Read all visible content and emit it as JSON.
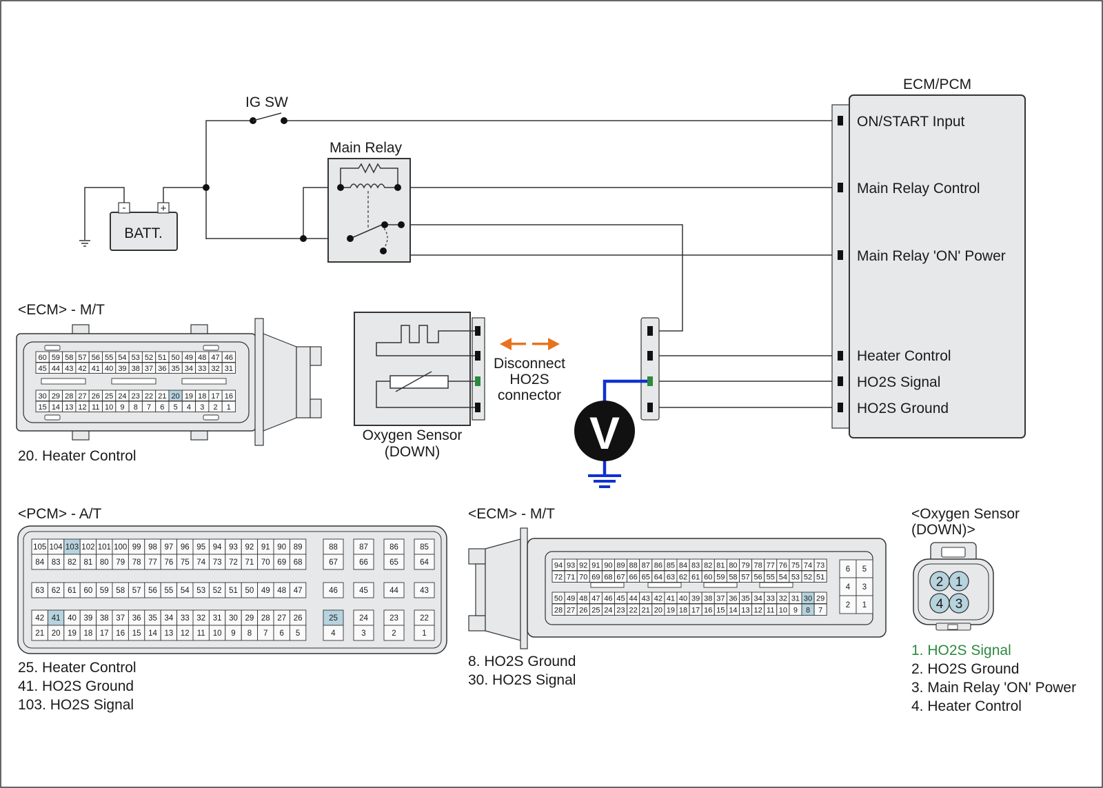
{
  "colors": {
    "accent_green": "#2b8a3e",
    "highlight_pin": "#b6d3de",
    "probe_blue": "#1030d0",
    "arrow_orange": "#e8731e",
    "panel_fill": "#e6e8e9"
  },
  "circuit": {
    "ig_sw": "IG SW",
    "main_relay": "Main Relay",
    "batt": "BATT.",
    "batt_minus": "-",
    "batt_plus": "+",
    "ecm_pcm": "ECM/PCM",
    "ecm_pins": {
      "on_start": "ON/START Input",
      "relay_control": "Main Relay Control",
      "relay_power": "Main Relay 'ON' Power",
      "heater_control": "Heater Control",
      "ho2s_signal": "HO2S Signal",
      "ho2s_ground": "HO2S Ground"
    },
    "oxygen_sensor_line1": "Oxygen Sensor",
    "oxygen_sensor_line2": "(DOWN)",
    "disconnect_line1": "Disconnect",
    "disconnect_line2": "HO2S",
    "disconnect_line3": "connector",
    "voltmeter": "V"
  },
  "ecm_mt_top": {
    "title": "<ECM> - M/T",
    "rows": [
      [
        "60",
        "59",
        "58",
        "57",
        "56",
        "55",
        "54",
        "53",
        "52",
        "51",
        "50",
        "49",
        "48",
        "47",
        "46"
      ],
      [
        "45",
        "44",
        "43",
        "42",
        "41",
        "40",
        "39",
        "38",
        "37",
        "36",
        "35",
        "34",
        "33",
        "32",
        "31"
      ],
      [
        "30",
        "29",
        "28",
        "27",
        "26",
        "25",
        "24",
        "23",
        "22",
        "21",
        "20",
        "19",
        "18",
        "17",
        "16"
      ],
      [
        "15",
        "14",
        "13",
        "12",
        "11",
        "10",
        "9",
        "8",
        "7",
        "6",
        "5",
        "4",
        "3",
        "2",
        "1"
      ]
    ],
    "highlight": [
      "20"
    ],
    "note": "20. Heater Control"
  },
  "pcm_at": {
    "title": "<PCM> - A/T",
    "main_rows": [
      [
        "105",
        "104",
        "103",
        "102",
        "101",
        "100",
        "99",
        "98",
        "97",
        "96",
        "95",
        "94",
        "93",
        "92",
        "91",
        "90",
        "89"
      ],
      [
        "84",
        "83",
        "82",
        "81",
        "80",
        "79",
        "78",
        "77",
        "76",
        "75",
        "74",
        "73",
        "72",
        "71",
        "70",
        "69",
        "68"
      ],
      [
        "63",
        "62",
        "61",
        "60",
        "59",
        "58",
        "57",
        "56",
        "55",
        "54",
        "53",
        "52",
        "51",
        "50",
        "49",
        "48",
        "47"
      ],
      [
        "42",
        "41",
        "40",
        "39",
        "38",
        "37",
        "36",
        "35",
        "34",
        "33",
        "32",
        "31",
        "30",
        "29",
        "28",
        "27",
        "26"
      ],
      [
        "21",
        "20",
        "19",
        "18",
        "17",
        "16",
        "15",
        "14",
        "13",
        "12",
        "11",
        "10",
        "9",
        "8",
        "7",
        "6",
        "5"
      ]
    ],
    "side_columns": [
      [
        "88",
        "67",
        "46",
        "25",
        "4"
      ],
      [
        "87",
        "66",
        "45",
        "24",
        "3"
      ],
      [
        "86",
        "65",
        "44",
        "23",
        "2"
      ],
      [
        "85",
        "64",
        "43",
        "22",
        "1"
      ]
    ],
    "highlight": [
      "103",
      "41",
      "25"
    ],
    "notes": [
      "25. Heater Control",
      "41. HO2S Ground",
      "103. HO2S Signal"
    ]
  },
  "ecm_mt_bottom": {
    "title": "<ECM> - M/T",
    "rows": [
      [
        "94",
        "93",
        "92",
        "91",
        "90",
        "89",
        "88",
        "87",
        "86",
        "85",
        "84",
        "83",
        "82",
        "81",
        "80",
        "79",
        "78",
        "77",
        "76",
        "75",
        "74",
        "73"
      ],
      [
        "72",
        "71",
        "70",
        "69",
        "68",
        "67",
        "66",
        "65",
        "64",
        "63",
        "62",
        "61",
        "60",
        "59",
        "58",
        "57",
        "56",
        "55",
        "54",
        "53",
        "52",
        "51"
      ],
      [
        "50",
        "49",
        "48",
        "47",
        "46",
        "45",
        "44",
        "43",
        "42",
        "41",
        "40",
        "39",
        "38",
        "37",
        "36",
        "35",
        "34",
        "33",
        "32",
        "31",
        "30",
        "29"
      ],
      [
        "28",
        "27",
        "26",
        "25",
        "24",
        "23",
        "22",
        "21",
        "20",
        "19",
        "18",
        "17",
        "16",
        "15",
        "14",
        "13",
        "12",
        "11",
        "10",
        "9",
        "8",
        "7"
      ]
    ],
    "side_rows": [
      [
        "6",
        "5"
      ],
      [
        "4",
        "3"
      ],
      [
        "2",
        "1"
      ]
    ],
    "highlight": [
      "30",
      "8"
    ],
    "notes": [
      "8. HO2S Ground",
      "30. HO2S Signal"
    ]
  },
  "o2_connector": {
    "title_line1": "<Oxygen Sensor",
    "title_line2": "(DOWN)>",
    "pins": [
      "2",
      "1",
      "4",
      "3"
    ],
    "notes": [
      "1. HO2S Signal",
      "2. HO2S Ground",
      "3. Main Relay 'ON' Power",
      "4. Heater Control"
    ]
  }
}
